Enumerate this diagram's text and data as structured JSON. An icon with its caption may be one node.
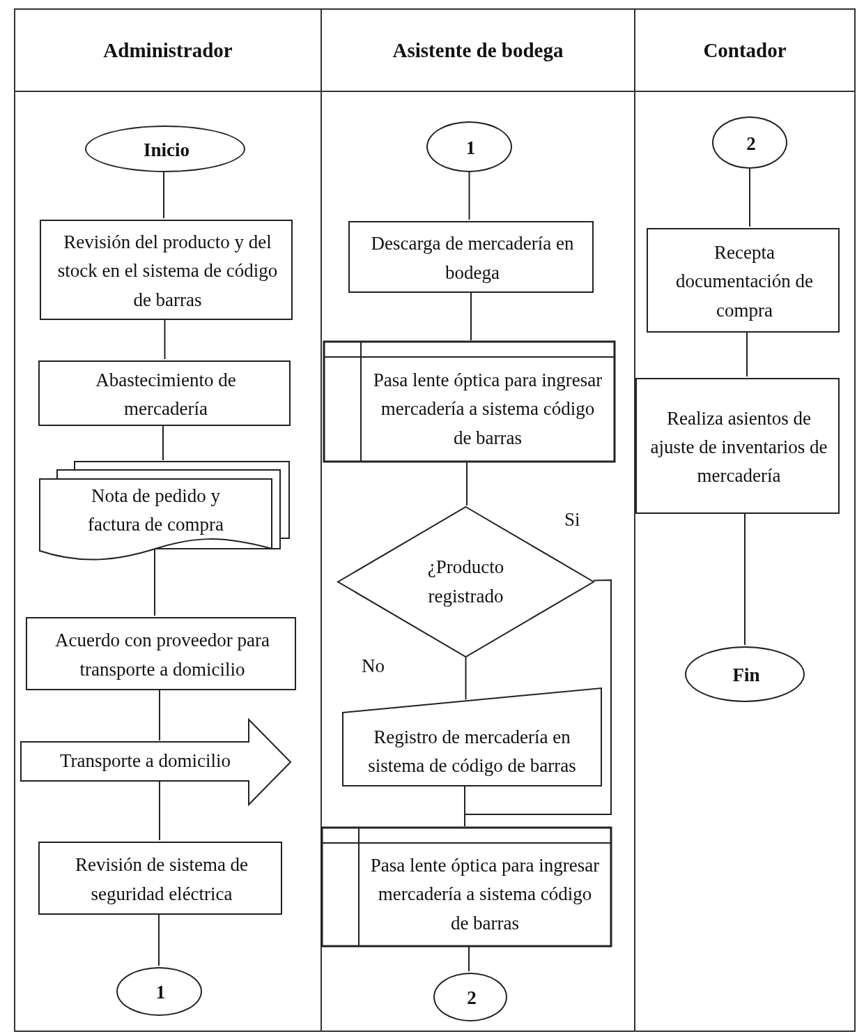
{
  "diagram": {
    "nodes": [
      {
        "text": [
          "Administrador"
        ]
      },
      {
        "text": [
          "Asistente de bodega"
        ]
      },
      {
        "text": [
          "Contador"
        ]
      },
      {
        "text": [
          "Inicio"
        ],
        "in": 0
      },
      {
        "text": [
          "Revisión del producto y del stock en el sistema de código de barras"
        ],
        "in": 0
      },
      {
        "text": [
          "Abastecimiento de mercadería"
        ],
        "in": 0
      },
      {
        "text": [
          "Nota de pedido y factura de compra"
        ],
        "in": 0
      },
      {
        "text": [
          "Acuerdo con proveedor para transporte a domicilio"
        ],
        "in": 0
      },
      {
        "text": [
          "Transporte a domicilio"
        ],
        "in": 0
      },
      {
        "text": [
          "Revisión de sistema de seguridad eléctrica"
        ],
        "in": 0
      },
      {
        "text": [
          "1"
        ],
        "in": 0
      },
      {
        "text": [
          "1"
        ],
        "in": 1
      },
      {
        "text": [
          "Descarga de mercadería en bodega"
        ],
        "in": 1
      },
      {
        "text": [
          "Pasa lente óptica para ingresar mercadería a sistema código de barras"
        ],
        "in": 1
      },
      {
        "text": [
          "¿Producto registrado"
        ],
        "in": 1
      },
      {
        "text": [
          "Registro de mercadería en sistema de código de barras"
        ],
        "in": 1
      },
      {
        "text": [
          "Pasa lente óptica para ingresar mercadería a sistema código de barras"
        ],
        "in": 1
      },
      {
        "text": [
          "2"
        ],
        "in": 1
      },
      {
        "text": [
          "2"
        ],
        "in": 2
      },
      {
        "text": [
          "Recepta documentación de compra"
        ],
        "in": 2
      },
      {
        "text": [
          "Realiza asientos de ajuste de inventarios de mercadería"
        ],
        "in": 2
      },
      {
        "text": [
          "Fin"
        ],
        "in": 2
      }
    ],
    "edges": [
      {
        "from": 3,
        "to": 4,
        "arrow": "none"
      },
      {
        "from": 4,
        "to": 5,
        "arrow": "none"
      },
      {
        "from": 5,
        "to": 6,
        "arrow": "none"
      },
      {
        "from": 6,
        "to": 7,
        "arrow": "none"
      },
      {
        "from": 7,
        "to": 8,
        "arrow": "none"
      },
      {
        "from": 8,
        "to": 9,
        "arrow": "none"
      },
      {
        "from": 9,
        "to": 10,
        "arrow": "none"
      },
      {
        "from": 11,
        "to": 12,
        "arrow": "none"
      },
      {
        "from": 12,
        "to": 13,
        "arrow": "none"
      },
      {
        "from": 13,
        "to": 14,
        "arrow": "none"
      },
      {
        "from": 14,
        "to": 15,
        "arrow": "none",
        "label": "No"
      },
      {
        "from": 14,
        "to": 16,
        "arrow": "none",
        "label": "Si"
      },
      {
        "from": 15,
        "to": 16,
        "arrow": "none"
      },
      {
        "from": 16,
        "to": 17,
        "arrow": "none"
      },
      {
        "from": 18,
        "to": 19,
        "arrow": "none"
      },
      {
        "from": 19,
        "to": 20,
        "arrow": "none"
      },
      {
        "from": 20,
        "to": 21,
        "arrow": "none"
      }
    ]
  }
}
